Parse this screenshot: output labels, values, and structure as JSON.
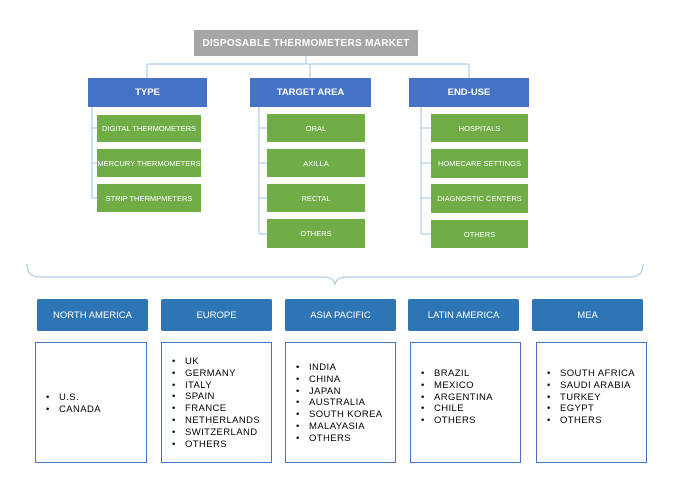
{
  "title": "DISPOSABLE THERMOMETERS MARKET",
  "colors": {
    "title_bg": "#a6a6a6",
    "header_bg": "#4472c4",
    "leaf_bg": "#70ad47",
    "region_bg": "#2e75b6",
    "connector": "#9dc3e6"
  },
  "categories": [
    {
      "label": "TYPE",
      "items": [
        "DIGITAL THERMOMETERS",
        "MERCURY THERMOMETERS",
        "STRIP THERMPMETERS"
      ]
    },
    {
      "label": "TARGET AREA",
      "items": [
        "ORAL",
        "AXILLA",
        "RECTAL",
        "OTHERS"
      ]
    },
    {
      "label": "END-USE",
      "items": [
        "HOSPITALS",
        "HOMECARE SETTINGS",
        "DIAGNOSTIC CENTERS",
        "OTHERS"
      ]
    }
  ],
  "regions": [
    {
      "label": "NORTH AMERICA",
      "countries": [
        "U.S.",
        "CANADA"
      ]
    },
    {
      "label": "EUROPE",
      "countries": [
        "UK",
        "GERMANY",
        "ITALY",
        "SPAIN",
        "FRANCE",
        "NETHERLANDS",
        "SWITZERLAND",
        "OTHERS"
      ]
    },
    {
      "label": "ASIA PACIFIC",
      "countries": [
        "INDIA",
        "CHINA",
        "JAPAN",
        "AUSTRALIA",
        "SOUTH KOREA",
        "MALAYASIA",
        "OTHERS"
      ]
    },
    {
      "label": "LATIN AMERICA",
      "countries": [
        "BRAZIL",
        "MEXICO",
        "ARGENTINA",
        "CHILE",
        "OTHERS"
      ]
    },
    {
      "label": "MEA",
      "countries": [
        "SOUTH AFRICA",
        "SAUDI ARABIA",
        "TURKEY",
        "EGYPT",
        "OTHERS"
      ]
    }
  ]
}
